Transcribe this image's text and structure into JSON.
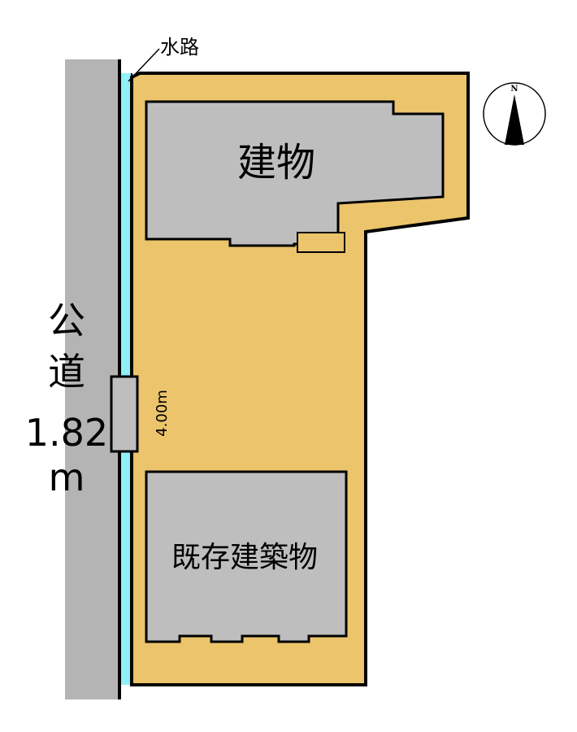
{
  "labels": {
    "water_channel": "水路",
    "building": "建物",
    "existing_building": "既存建築物",
    "road_line1": "公",
    "road_line2": "道",
    "road_width": "1.82",
    "road_unit": "m",
    "frontage": "4.00m",
    "north": "N"
  },
  "colors": {
    "site": "#EBC46B",
    "building": "#BEBEBE",
    "road": "#B4B4B4",
    "water": "#8FF0F5",
    "outline": "#000000",
    "compass_needle": "#000000"
  }
}
